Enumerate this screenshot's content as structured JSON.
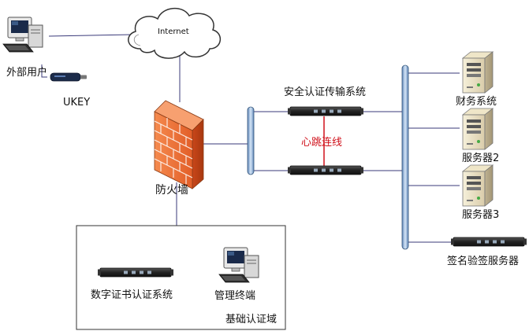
{
  "labels": {
    "internet": "Internet",
    "external_user": "外部用户",
    "ukey": "UKEY",
    "firewall": "防火墙",
    "secure_auth_system": "安全认证传输系统",
    "heartbeat": "心跳连线",
    "finance_system": "财务系统",
    "server2": "服务器2",
    "server3": "服务器3",
    "sign_verify_server": "签名验签服务器",
    "digital_cert_system": "数字证书认证系统",
    "mgmt_terminal": "管理终端",
    "base_auth_domain": "基础认证域"
  },
  "colors": {
    "line": "#3a3a7a",
    "heartbeat": "#d0101a",
    "bus": "#8fb3d9",
    "brick": "#f0733a",
    "device": "#2b2b2b"
  },
  "icons": {
    "pc": "desktop-computer-icon",
    "cloud": "cloud-icon",
    "firewall": "firewall-icon",
    "server": "tower-server-icon",
    "rack": "rack-device-icon",
    "ukey": "usb-key-icon"
  }
}
